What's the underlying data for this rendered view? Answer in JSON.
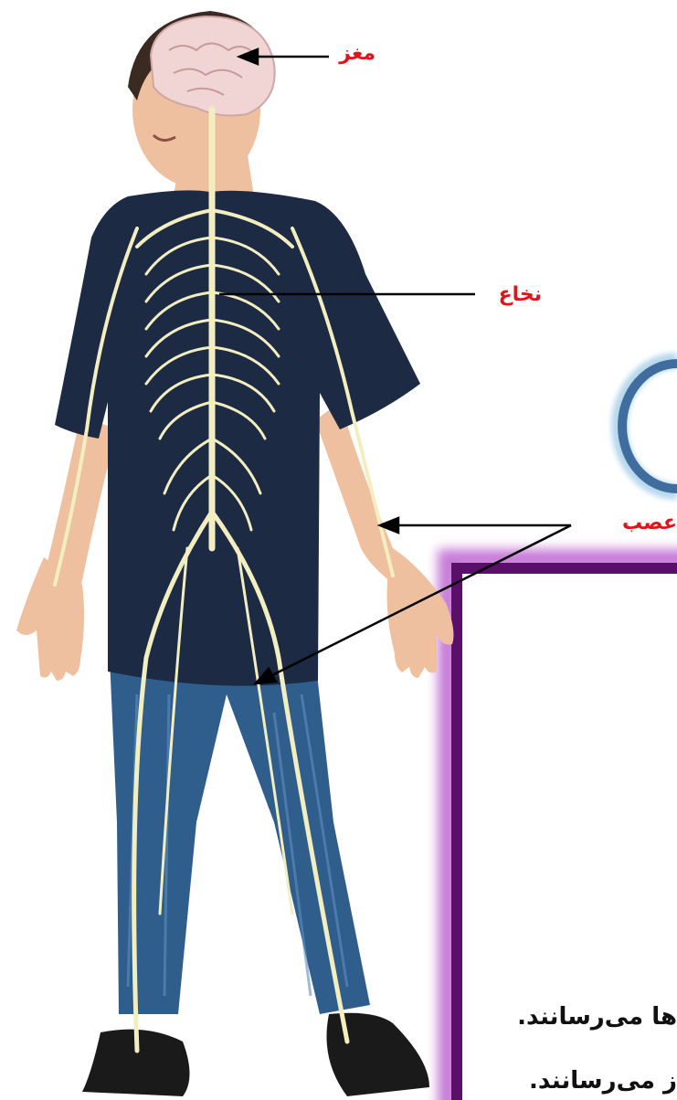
{
  "labels": {
    "brain": "مغز",
    "spinal_cord": "نخاع",
    "nerve": "عصب"
  },
  "captions": [
    "ها می‌رسانند.",
    "ز می‌رسانند."
  ],
  "colors": {
    "label_text": "#e0151b",
    "frame_purple": "#5a0f6b",
    "frame_glow": "#c77ad8",
    "circle_blue": "#3f6e9e",
    "shirt": "#1c2a44",
    "jeans": "#2f5e8c",
    "nerve_yellow": "#f3eec0",
    "skin": "#efc0a0",
    "brain_pink": "#f1d4d4"
  }
}
